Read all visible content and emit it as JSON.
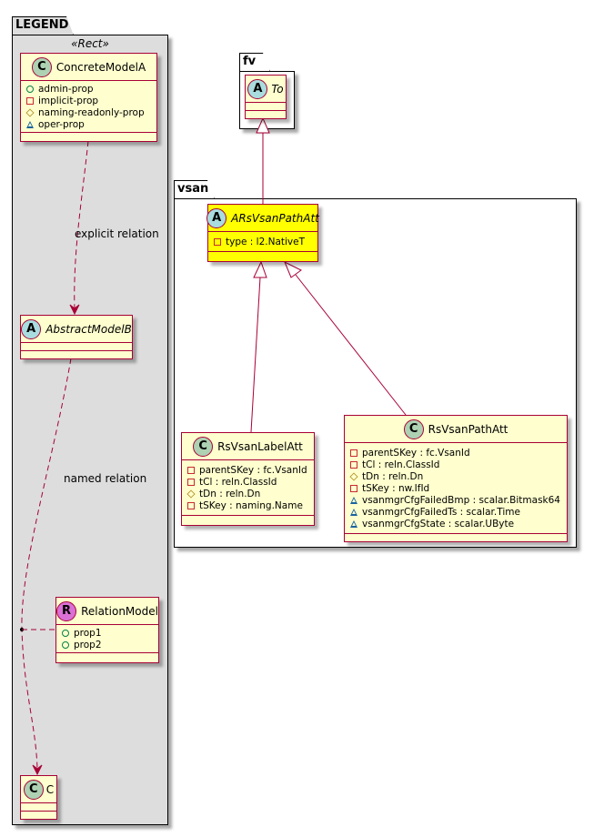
{
  "packages": {
    "legend": {
      "name": "LEGEND",
      "stereotype": "«Rect»"
    },
    "fv": {
      "name": "fv"
    },
    "vsan": {
      "name": "vsan"
    }
  },
  "colors": {
    "class_fill": "#FEFECE",
    "class_border": "#A80036",
    "highlight_fill": "#FFFF00",
    "legend_fill": "#DDDDDD",
    "relation_line": "#A80036"
  },
  "legend": {
    "concrete": {
      "spot": "C",
      "name": "ConcreteModelA",
      "attrs": [
        {
          "vis": "public",
          "text": "admin-prop"
        },
        {
          "vis": "private",
          "text": "implicit-prop"
        },
        {
          "vis": "protected",
          "text": "naming-readonly-prop"
        },
        {
          "vis": "package",
          "text": "oper-prop"
        }
      ]
    },
    "abstract": {
      "spot": "A",
      "name": "AbstractModelB"
    },
    "relation_model": {
      "spot": "R",
      "name": "RelationModel",
      "attrs": [
        {
          "vis": "public",
          "text": "prop1"
        },
        {
          "vis": "public",
          "text": "prop2"
        }
      ]
    },
    "c": {
      "spot": "C",
      "name": "C"
    },
    "explicit_label": "explicit relation",
    "named_label": "named relation"
  },
  "classes": {
    "to": {
      "spot": "A",
      "name": "To",
      "abstract": true
    },
    "arsvsanpathatt": {
      "spot": "A",
      "name": "ARsVsanPathAtt",
      "abstract": true,
      "highlighted": true,
      "attrs": [
        {
          "vis": "private",
          "text": "type : l2.NativeT"
        }
      ]
    },
    "rsvsanlabelatt": {
      "spot": "C",
      "name": "RsVsanLabelAtt",
      "attrs": [
        {
          "vis": "private",
          "text": "parentSKey : fc.VsanId"
        },
        {
          "vis": "private",
          "text": "tCl : reln.ClassId"
        },
        {
          "vis": "protected",
          "text": "tDn : reln.Dn"
        },
        {
          "vis": "private",
          "text": "tSKey : naming.Name"
        }
      ]
    },
    "rsvsanpathatt": {
      "spot": "C",
      "name": "RsVsanPathAtt",
      "attrs": [
        {
          "vis": "private",
          "text": "parentSKey : fc.VsanId"
        },
        {
          "vis": "private",
          "text": "tCl : reln.ClassId"
        },
        {
          "vis": "protected",
          "text": "tDn : reln.Dn"
        },
        {
          "vis": "private",
          "text": "tSKey : nw.IfId"
        },
        {
          "vis": "package",
          "text": "vsanmgrCfgFailedBmp : scalar.Bitmask64"
        },
        {
          "vis": "package",
          "text": "vsanmgrCfgFailedTs : scalar.Time"
        },
        {
          "vis": "package",
          "text": "vsanmgrCfgState : scalar.UByte"
        }
      ]
    }
  }
}
